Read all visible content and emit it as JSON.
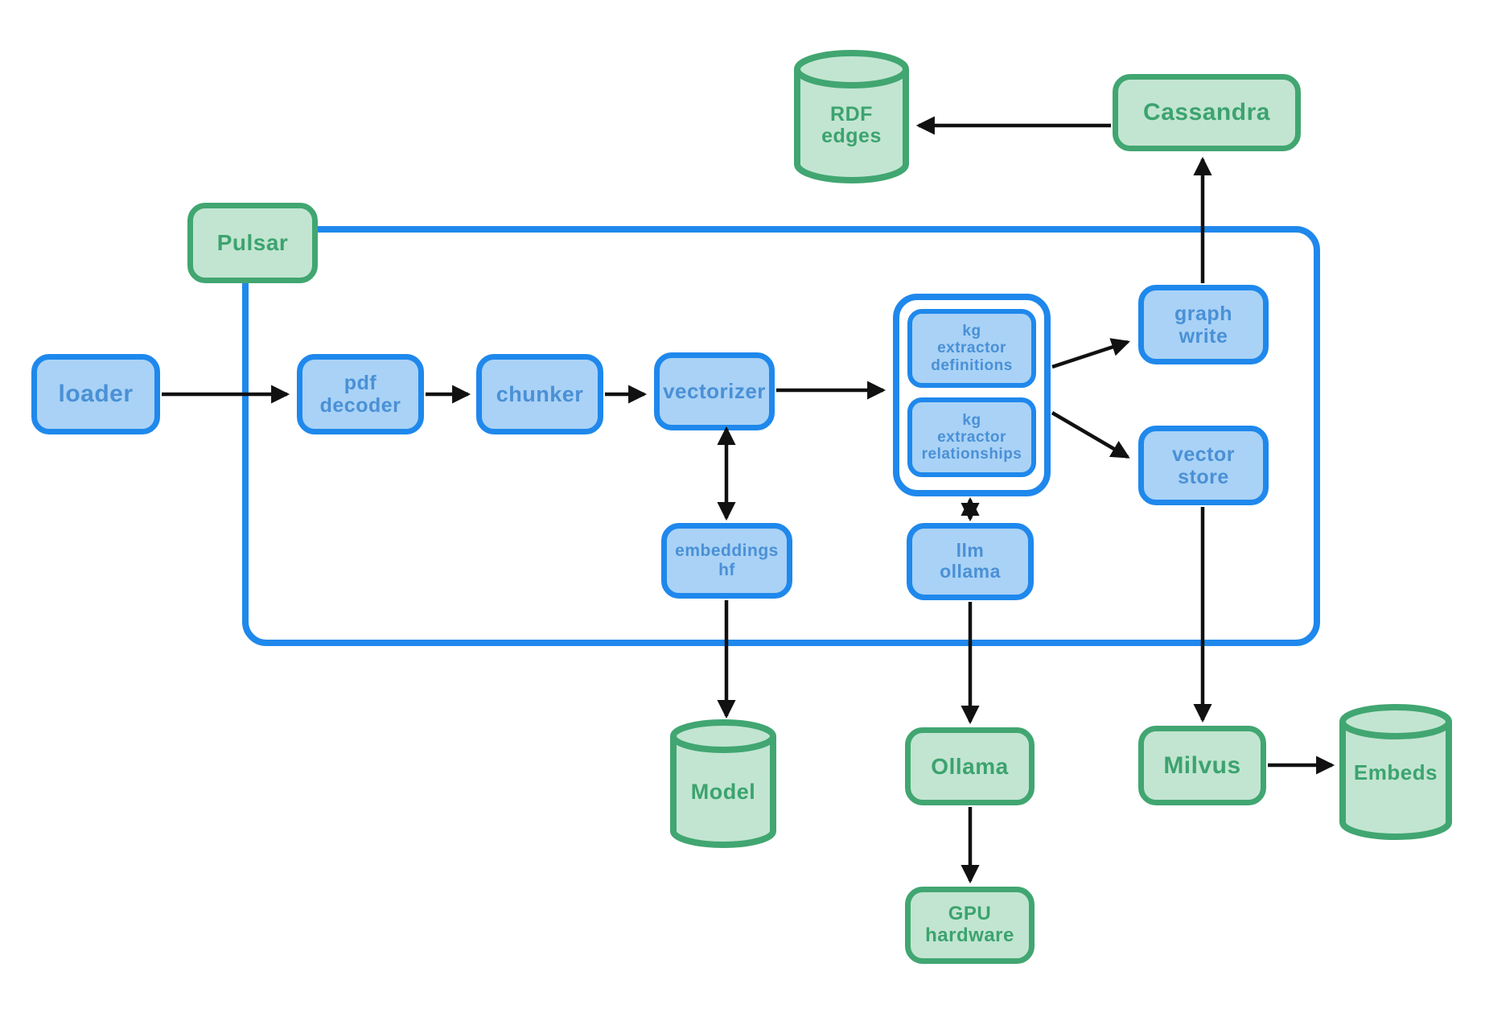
{
  "colors": {
    "blue_border": "#1f88ec",
    "blue_fill": "#a9d2f6",
    "blue_text": "#4a90d6",
    "green_border": "#41a671",
    "green_fill": "#c2e5d1",
    "green_text": "#3ca36f",
    "arrow": "#111111",
    "background": "#ffffff"
  },
  "nodes": {
    "pulsar": {
      "label": "Pulsar",
      "kind": "green-box"
    },
    "loader": {
      "label": "loader",
      "kind": "blue-box"
    },
    "pdf_decoder": {
      "label": "pdf\ndecoder",
      "kind": "blue-box"
    },
    "chunker": {
      "label": "chunker",
      "kind": "blue-box"
    },
    "vectorizer": {
      "label": "vectorizer",
      "kind": "blue-box"
    },
    "kg_extractor_definitions": {
      "label": "kg\nextractor\ndefinitions",
      "kind": "blue-box"
    },
    "kg_extractor_relationships": {
      "label": "kg\nextractor\nrelationships",
      "kind": "blue-box"
    },
    "graph_write": {
      "label": "graph\nwrite",
      "kind": "blue-box"
    },
    "vector_store": {
      "label": "vector\nstore",
      "kind": "blue-box"
    },
    "embeddings_hf": {
      "label": "embeddings\nhf",
      "kind": "blue-box"
    },
    "llm_ollama": {
      "label": "llm\nollama",
      "kind": "blue-box"
    },
    "cassandra": {
      "label": "Cassandra",
      "kind": "green-box"
    },
    "rdf_edges": {
      "label": "RDF\nedges",
      "kind": "green-cylinder"
    },
    "model": {
      "label": "Model",
      "kind": "green-cylinder"
    },
    "ollama": {
      "label": "Ollama",
      "kind": "green-box"
    },
    "gpu_hardware": {
      "label": "GPU\nhardware",
      "kind": "green-box"
    },
    "milvus": {
      "label": "Milvus",
      "kind": "green-box"
    },
    "embeds": {
      "label": "Embeds",
      "kind": "green-cylinder"
    }
  },
  "edges": [
    {
      "from": "loader",
      "to": "pdf_decoder",
      "direction": "one-way"
    },
    {
      "from": "pdf_decoder",
      "to": "chunker",
      "direction": "one-way"
    },
    {
      "from": "chunker",
      "to": "vectorizer",
      "direction": "one-way"
    },
    {
      "from": "vectorizer",
      "to": "kg_extractor_cluster",
      "direction": "one-way"
    },
    {
      "from": "kg_extractor_cluster",
      "to": "graph_write",
      "direction": "one-way"
    },
    {
      "from": "kg_extractor_cluster",
      "to": "vector_store",
      "direction": "one-way"
    },
    {
      "from": "graph_write",
      "to": "cassandra",
      "direction": "one-way"
    },
    {
      "from": "cassandra",
      "to": "rdf_edges",
      "direction": "one-way"
    },
    {
      "from": "vectorizer",
      "to": "embeddings_hf",
      "direction": "two-way"
    },
    {
      "from": "kg_extractor_cluster",
      "to": "llm_ollama",
      "direction": "two-way"
    },
    {
      "from": "embeddings_hf",
      "to": "model",
      "direction": "one-way"
    },
    {
      "from": "llm_ollama",
      "to": "ollama",
      "direction": "one-way"
    },
    {
      "from": "vector_store",
      "to": "milvus",
      "direction": "one-way"
    },
    {
      "from": "ollama",
      "to": "gpu_hardware",
      "direction": "one-way"
    },
    {
      "from": "milvus",
      "to": "embeds",
      "direction": "one-way"
    }
  ]
}
